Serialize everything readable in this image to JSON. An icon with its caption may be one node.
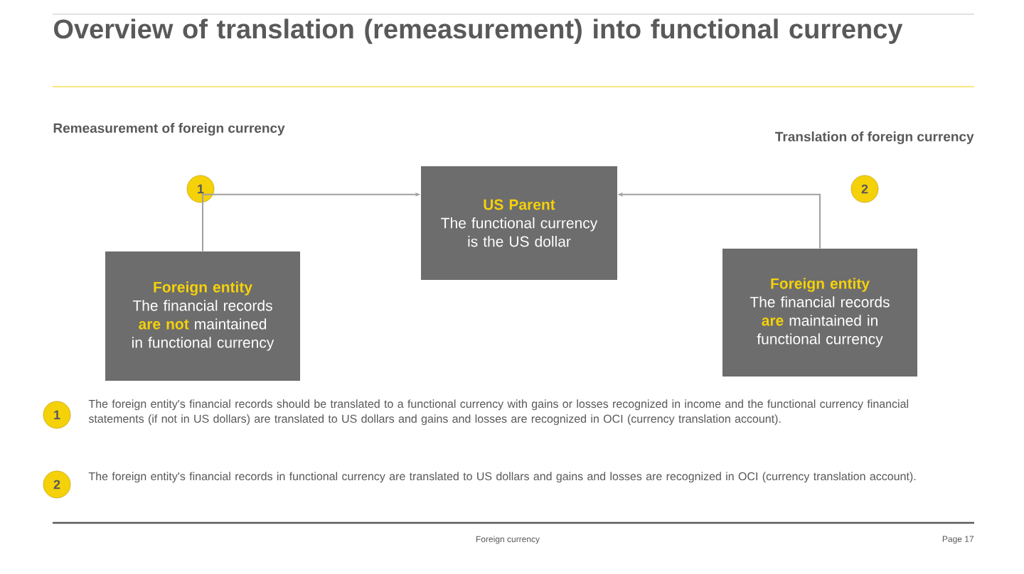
{
  "diagram": {
    "title": "Overview of translation (remeasurement) into functional currency",
    "nodes": [
      {
        "text": [
          "US Parent",
          "The functional currency is the US dollar"
        ]
      },
      {
        "text": [
          "Foreign entity",
          "The financial records **are not** maintained in functional currency"
        ]
      },
      {
        "text": [
          "Foreign entity",
          "The financial records **are** maintained in functional currency"
        ]
      },
      {
        "text": [
          "1"
        ]
      },
      {
        "text": [
          "2"
        ]
      },
      {
        "text": [
          "1"
        ],
        "beside": [
          "The foreign entity's financial records should be translated to a functional currency with gains or losses recognized in income and the functional currency financial statements (if not in US dollars) are translated to US dollars and gains and losses are recognized in OCI (currency translation account)."
        ]
      },
      {
        "text": [
          "2"
        ],
        "beside": [
          "The foreign entity's financial records in functional currency are translated to US dollars and gains and losses are recognized in OCI (currency translation account)."
        ]
      }
    ],
    "edges": [
      {
        "from": 1,
        "to": 0,
        "arrow": "to"
      },
      {
        "from": 2,
        "to": 0,
        "arrow": "to"
      }
    ],
    "labels": [
      "Remeasurement of foreign currency",
      "Translation of foreign currency",
      "Foreign currency",
      "Page 17"
    ]
  }
}
